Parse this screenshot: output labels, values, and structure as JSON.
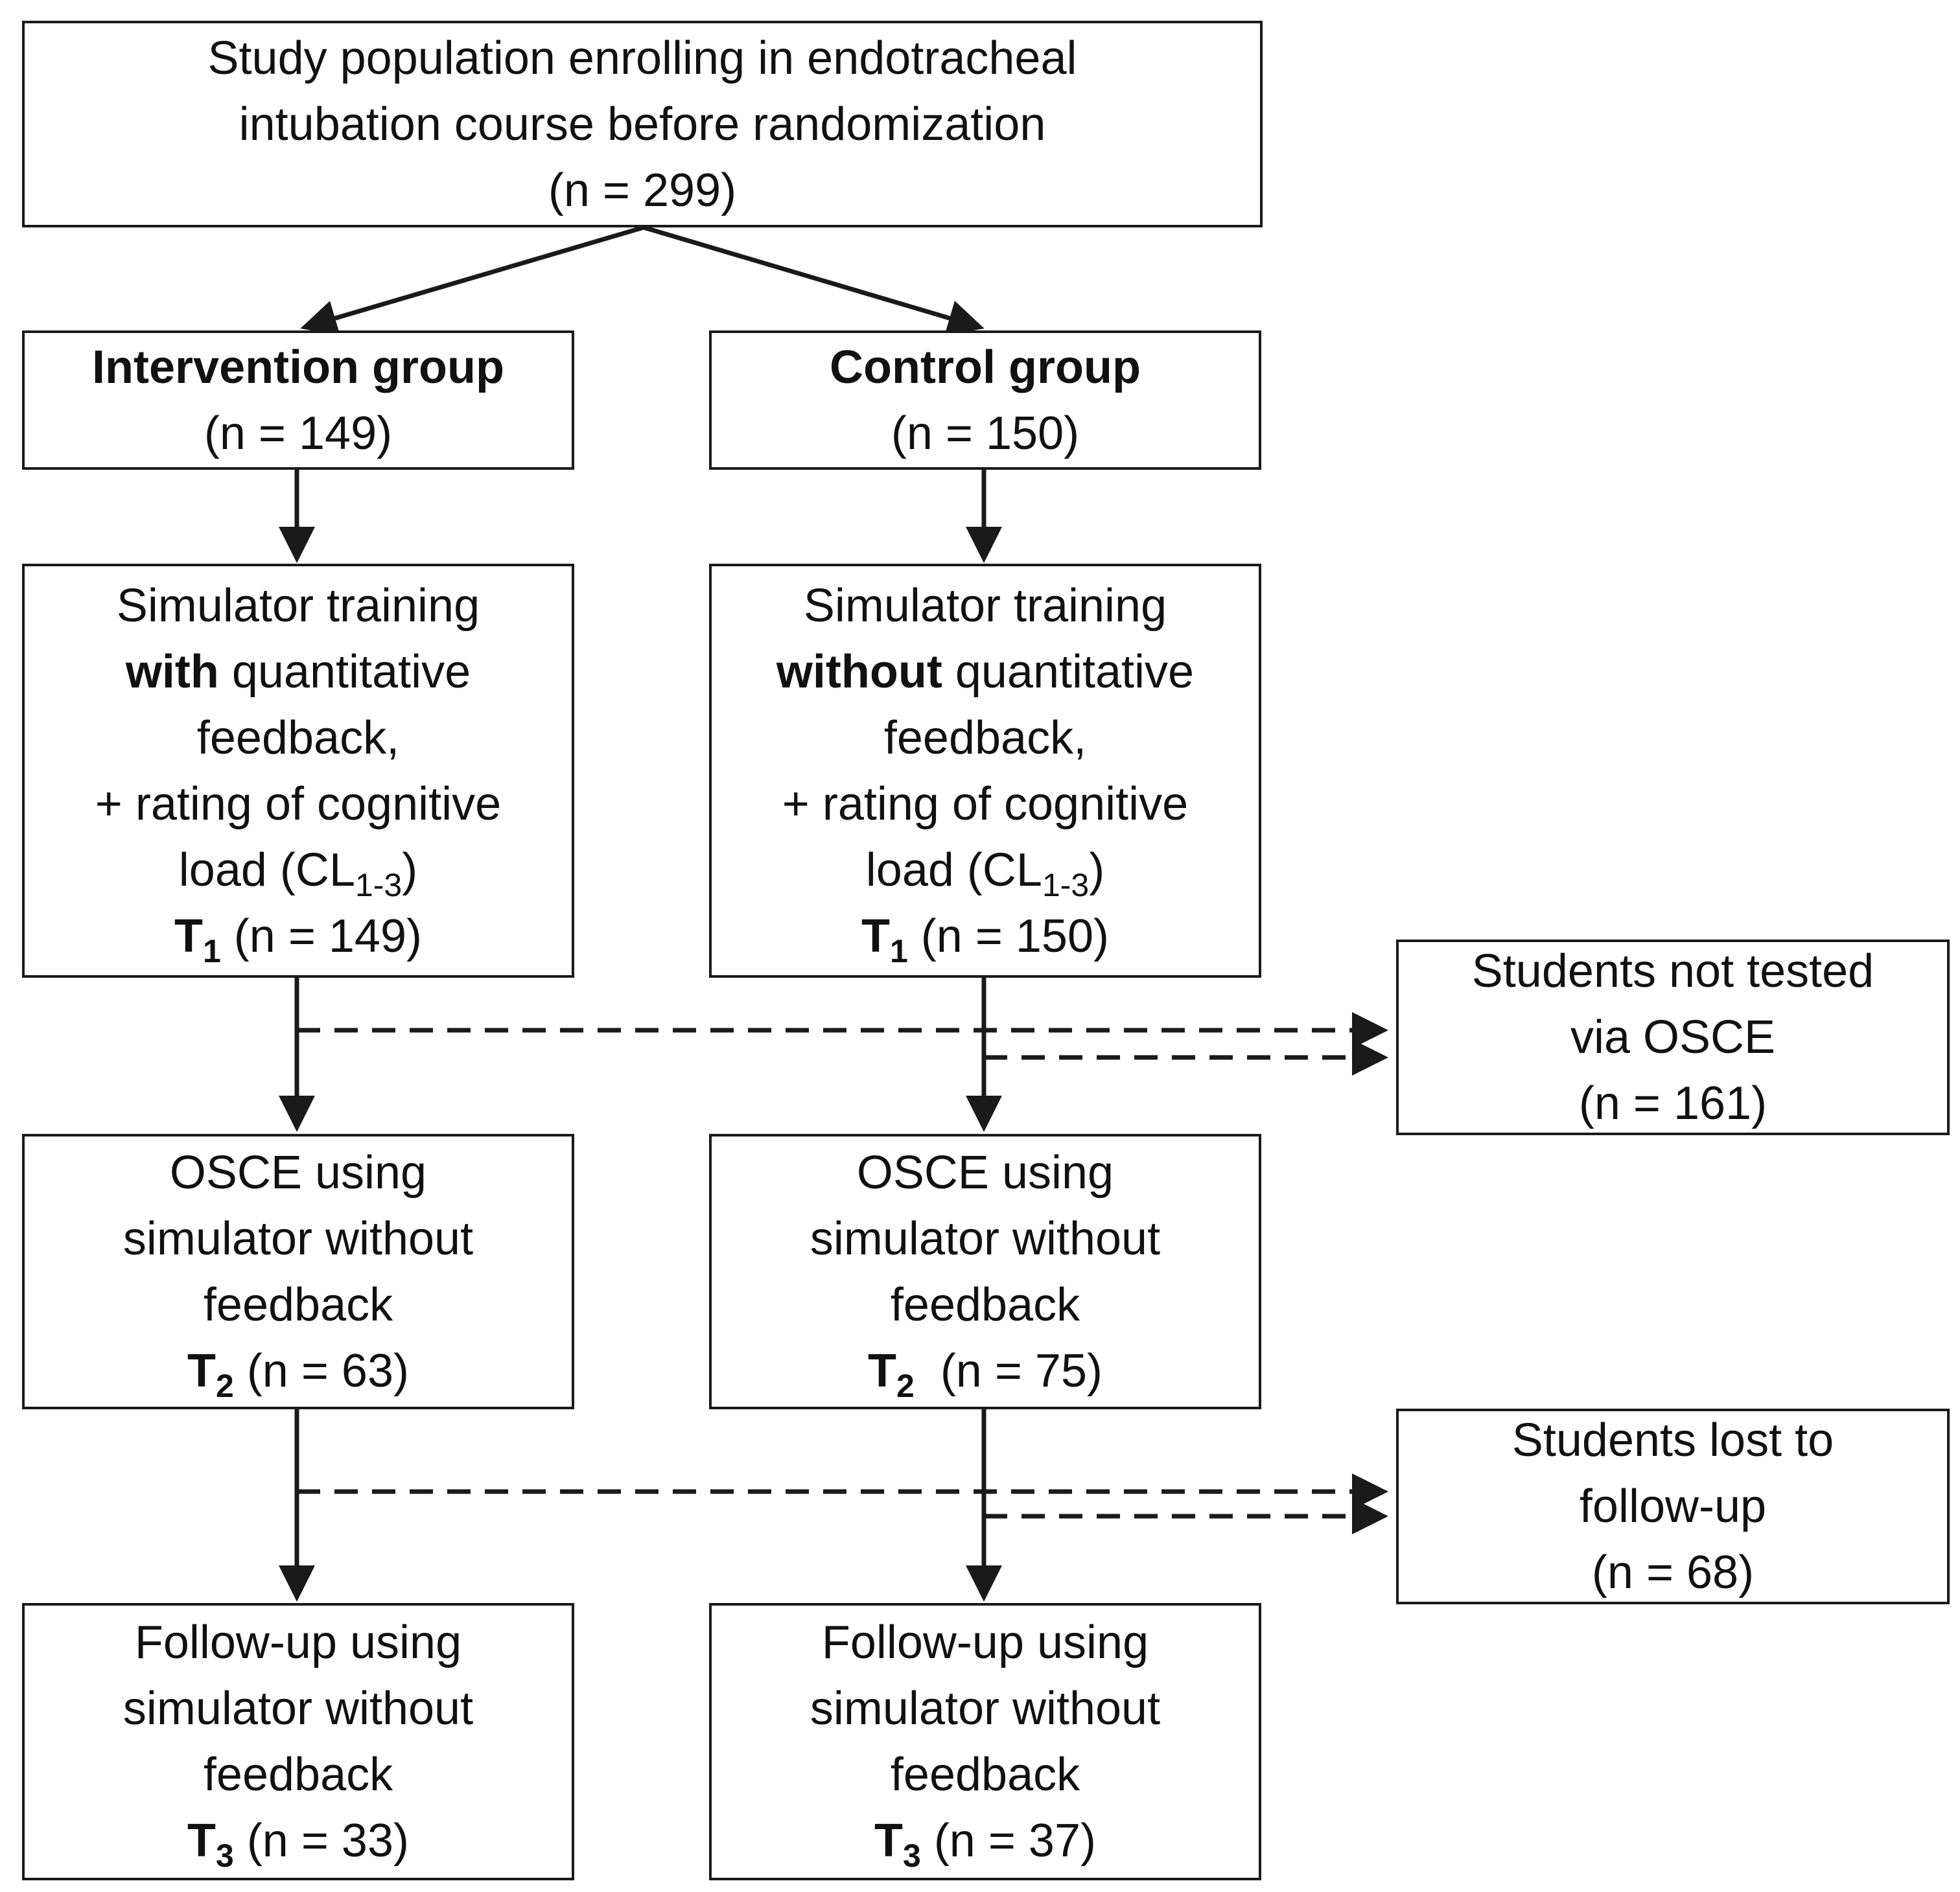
{
  "nodes": {
    "population": {
      "line1": "Study population enrolling in endotracheal",
      "line2": "intubation course  before randomization",
      "n": "(n = 299)"
    },
    "intervention": {
      "title": "Intervention group",
      "n": "(n = 149)"
    },
    "control": {
      "title": "Control group",
      "n": "(n = 150)"
    },
    "training_intervention": {
      "line1": "Simulator training",
      "emph": "with",
      "line2_rest": " quantitative",
      "line3": "feedback,",
      "line4": "+ rating of cognitive",
      "line5_pre": "load (CL",
      "line5_sub": "1-3",
      "line5_post": ")",
      "t_label": "T",
      "t_sub": "1",
      "n": " (n = 149)"
    },
    "training_control": {
      "line1": "Simulator training",
      "emph": "without",
      "line2_rest": " quantitative",
      "line3": "feedback,",
      "line4": "+ rating of cognitive",
      "line5_pre": "load (CL",
      "line5_sub": "1-3",
      "line5_post": ")",
      "t_label": "T",
      "t_sub": "1",
      "n": " (n = 150)"
    },
    "not_tested": {
      "line1": "Students not tested",
      "line2": "via OSCE",
      "n": "(n = 161)"
    },
    "osce_intervention": {
      "line1": "OSCE using",
      "line2": "simulator without",
      "line3": "feedback",
      "t_label": "T",
      "t_sub": "2",
      "n": " (n = 63)"
    },
    "osce_control": {
      "line1": "OSCE using",
      "line2": "simulator without",
      "line3": "feedback",
      "t_label": "T",
      "t_sub": "2",
      "n": "  (n = 75)"
    },
    "lost_followup": {
      "line1": "Students lost to",
      "line2": "follow-up",
      "n": "(n = 68)"
    },
    "followup_intervention": {
      "line1": "Follow-up using",
      "line2": "simulator without",
      "line3": "feedback",
      "t_label": "T",
      "t_sub": "3",
      "n": " (n = 33)"
    },
    "followup_control": {
      "line1": "Follow-up using",
      "line2": "simulator without",
      "line3": "feedback",
      "t_label": "T",
      "t_sub": "3",
      "n": " (n = 37)"
    }
  },
  "colors": {
    "stroke": "#1a1a1a",
    "text": "#111111",
    "background": "#ffffff"
  }
}
